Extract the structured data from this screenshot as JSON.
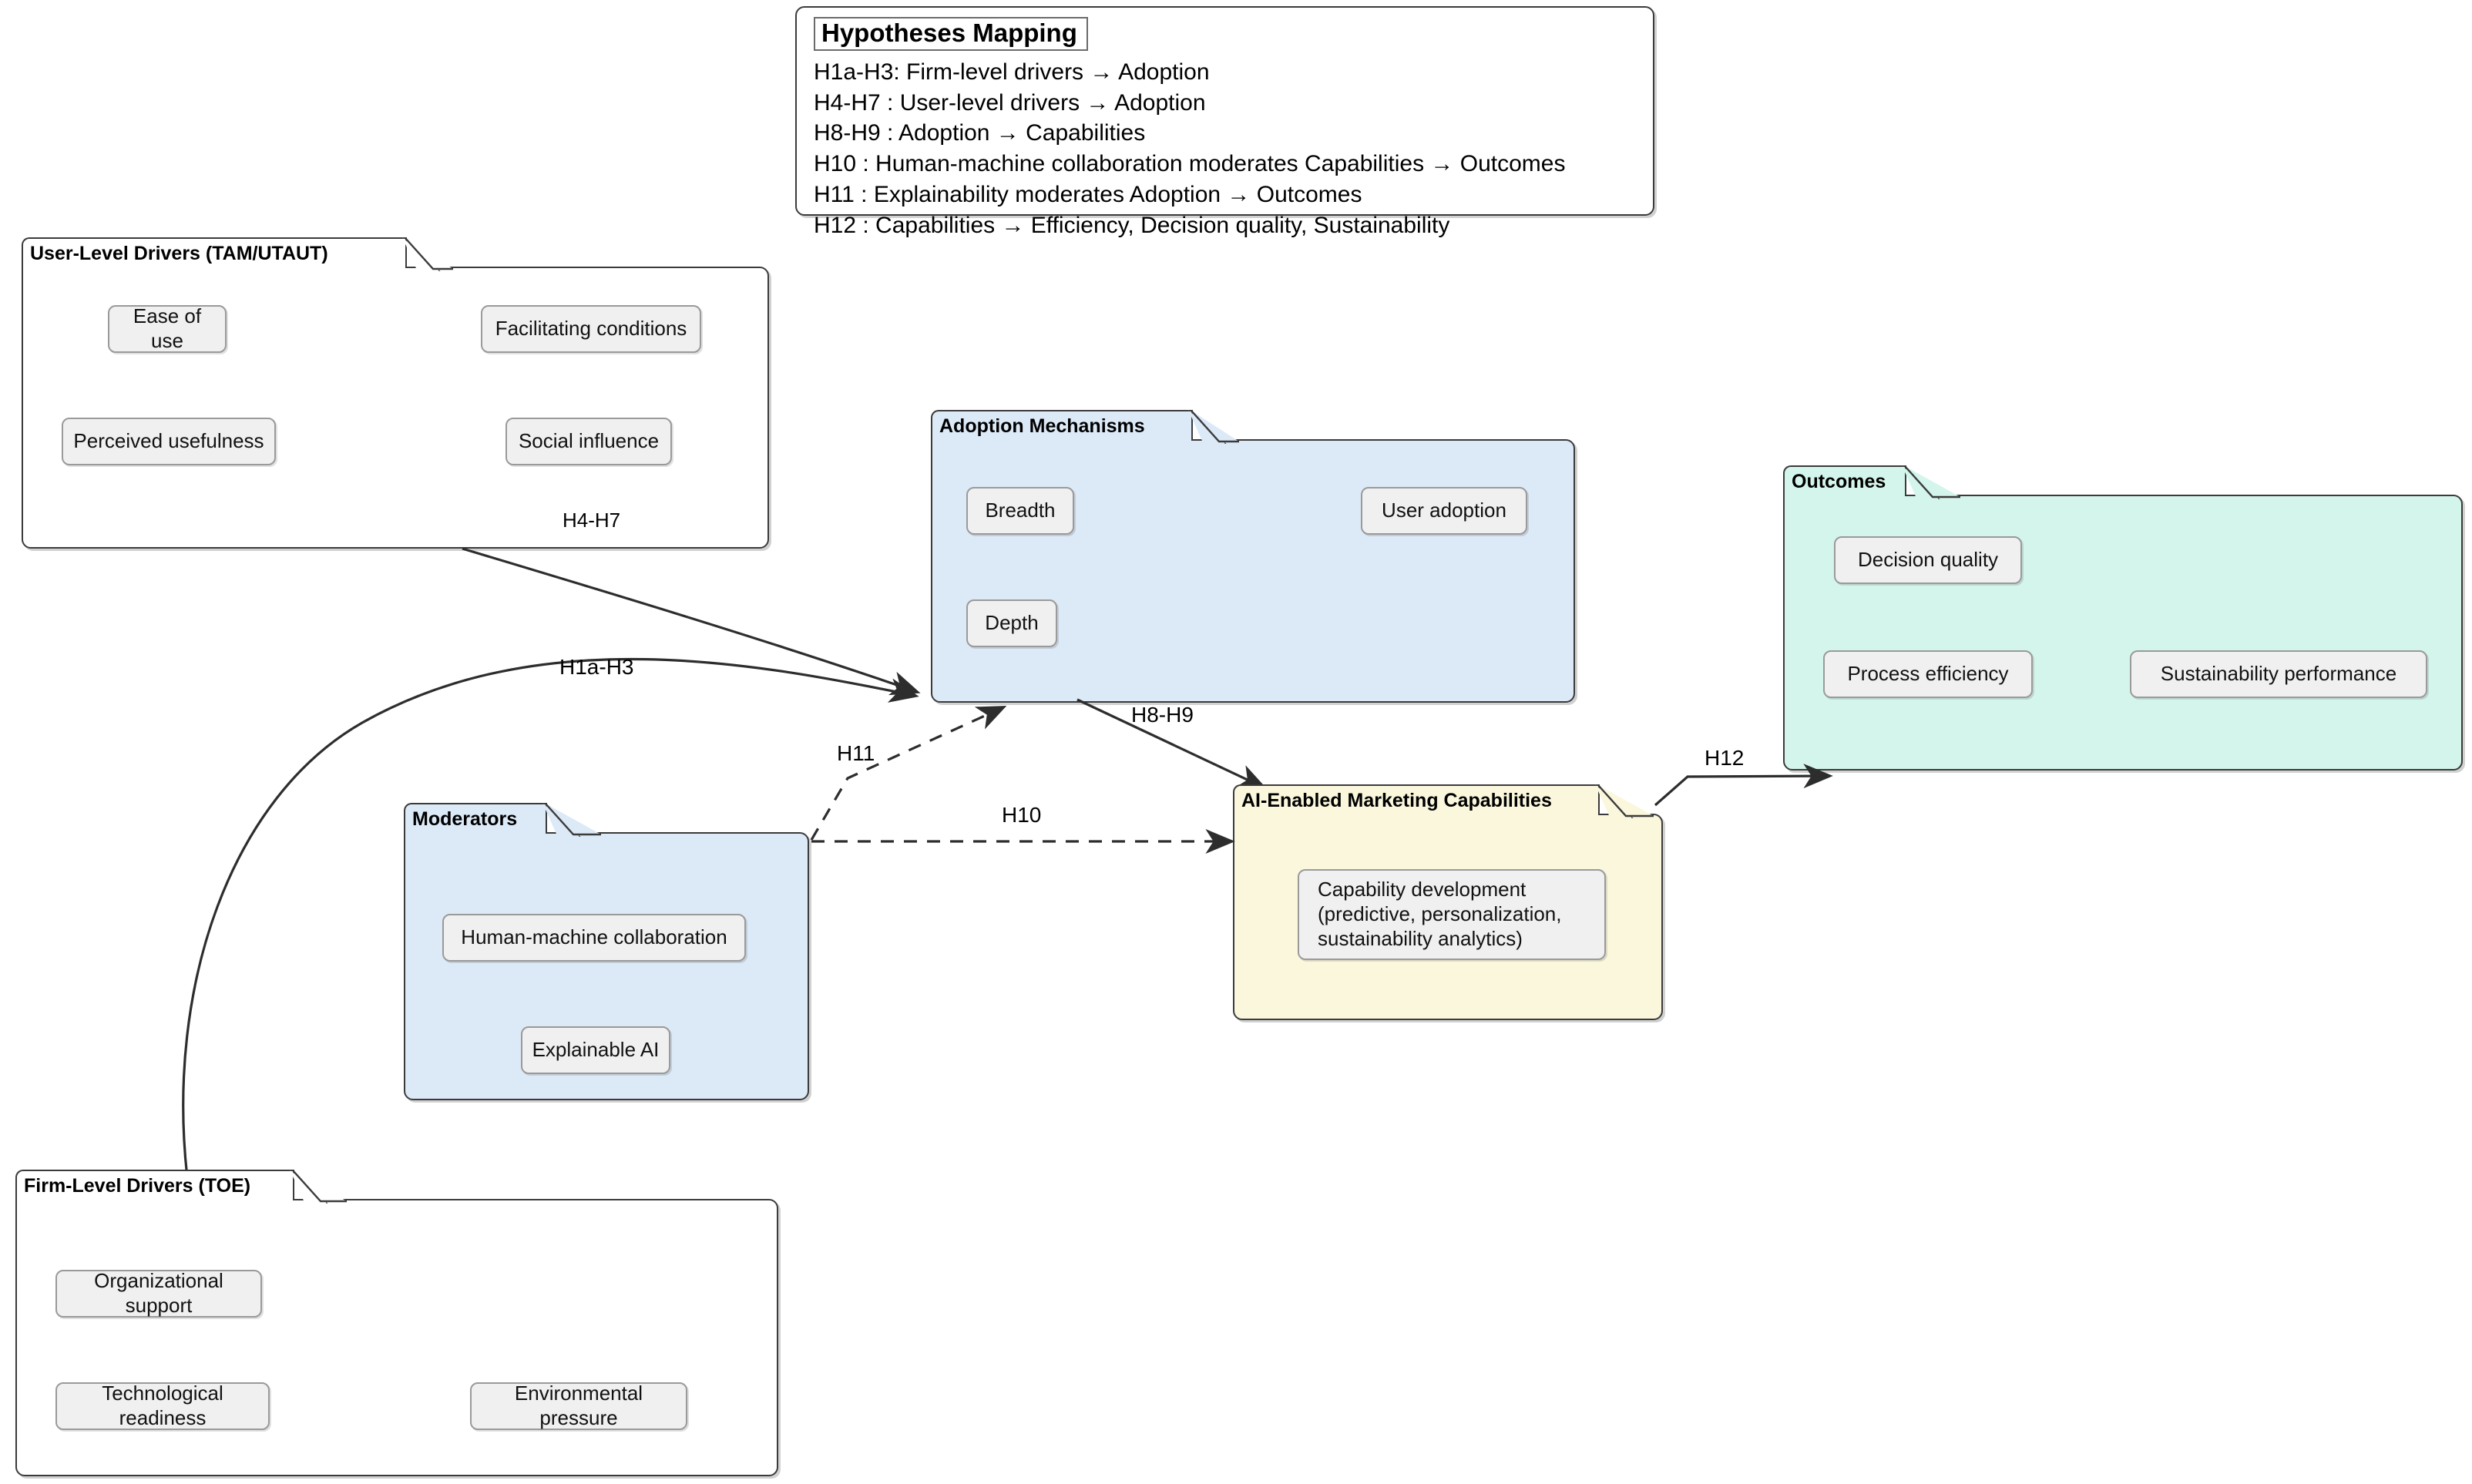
{
  "legend": {
    "title": "Hypotheses Mapping",
    "lines": [
      "H1a-H3: Firm-level drivers → Adoption",
      "H4-H7 : User-level drivers → Adoption",
      "H8-H9 : Adoption → Capabilities",
      "H10 : Human-machine collaboration moderates Capabilities → Outcomes",
      "H11 : Explainability moderates Adoption → Outcomes",
      "H12 : Capabilities → Efficiency, Decision quality, Sustainability"
    ]
  },
  "packages": {
    "user_level": {
      "title": "User-Level Drivers (TAM/UTAUT)",
      "fill": "#ffffff",
      "nodes": [
        "Ease of use",
        "Facilitating conditions",
        "Perceived usefulness",
        "Social influence"
      ],
      "inner_label": "H4-H7"
    },
    "adoption": {
      "title": "Adoption Mechanisms",
      "fill": "#dce9f7",
      "nodes": [
        "Breadth",
        "User adoption",
        "Depth"
      ]
    },
    "outcomes": {
      "title": "Outcomes",
      "fill": "#d4f5ec",
      "nodes": [
        "Decision quality",
        "Process efficiency",
        "Sustainability performance"
      ]
    },
    "moderators": {
      "title": "Moderators",
      "fill": "#dce9f7",
      "nodes": [
        "Human-machine collaboration",
        "Explainable AI"
      ]
    },
    "capabilities": {
      "title": "AI-Enabled Marketing Capabilities",
      "fill": "#faf7dd",
      "nodes": [
        "Capability development\n(predictive, personalization,\nsustainability analytics)"
      ]
    },
    "firm_level": {
      "title": "Firm-Level Drivers (TOE)",
      "fill": "#ffffff",
      "nodes": [
        "Organizational support",
        "Technological readiness",
        "Environmental pressure"
      ]
    }
  },
  "edges": [
    {
      "id": "h4h7",
      "label": "",
      "style": "solid",
      "from": "user_level",
      "to": "adoption"
    },
    {
      "id": "h1ah3",
      "label": "H1a-H3",
      "style": "solid",
      "from": "firm_level",
      "to": "adoption"
    },
    {
      "id": "h8h9",
      "label": "H8-H9",
      "style": "solid",
      "from": "adoption",
      "to": "capabilities"
    },
    {
      "id": "h11",
      "label": "H11",
      "style": "dashed",
      "from": "moderators",
      "to": "adoption"
    },
    {
      "id": "h10",
      "label": "H10",
      "style": "dashed",
      "from": "moderators",
      "to": "capabilities"
    },
    {
      "id": "h12",
      "label": "H12",
      "style": "solid",
      "from": "capabilities",
      "to": "outcomes"
    }
  ],
  "colors": {
    "stroke": "#3b3b3b",
    "edge": "#2d2d2d",
    "chip_fill": "#f0f0f0",
    "chip_stroke": "#9a9a9a",
    "blue_fill": "#dce9f7",
    "teal_fill": "#d4f5ec",
    "cream_fill": "#faf7dd",
    "white_fill": "#ffffff"
  }
}
